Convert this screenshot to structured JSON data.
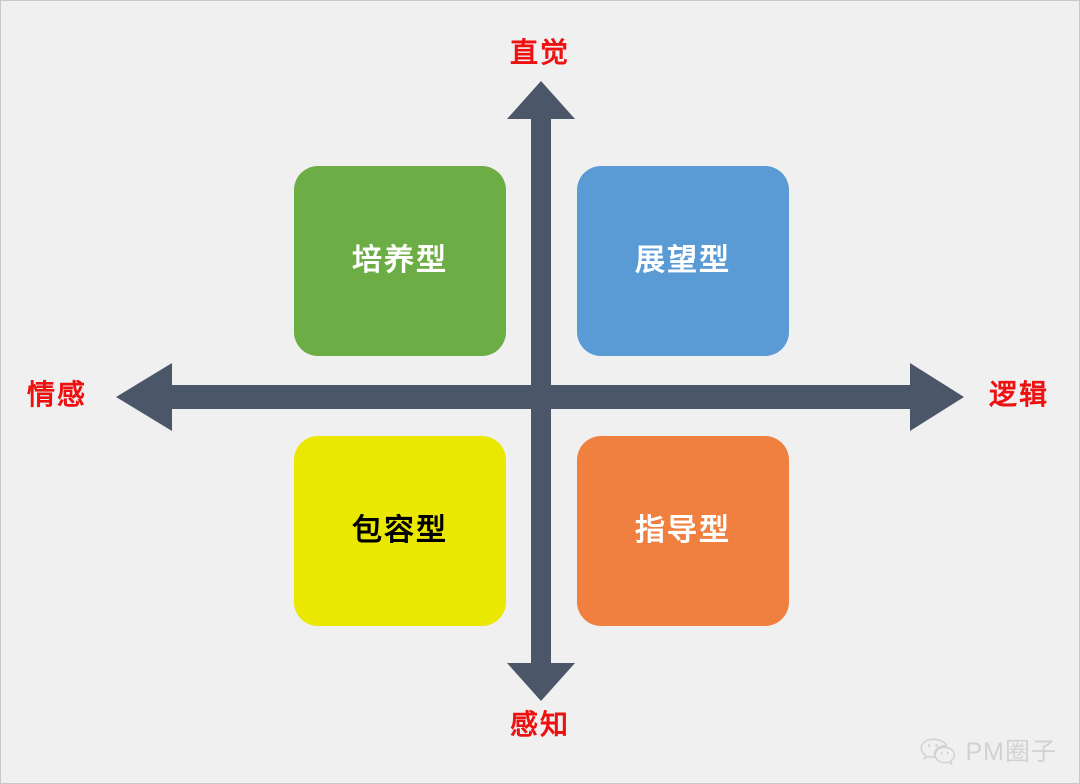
{
  "diagram": {
    "title": "",
    "background_color": "#f0f0f0",
    "axis_color": "#4c5669",
    "axis_label_color": "#ee1111",
    "axes": {
      "vertical": {
        "top_label": "直觉",
        "bottom_label": "感知"
      },
      "horizontal": {
        "left_label": "情感",
        "right_label": "逻辑"
      }
    },
    "quadrants": [
      {
        "id": "nurturing",
        "label": "培养型",
        "position": "top-left",
        "fill_color": "#6cae45",
        "text_color": "#ffffff"
      },
      {
        "id": "visionary",
        "label": "展望型",
        "position": "top-right",
        "fill_color": "#5b9bd5",
        "text_color": "#ffffff"
      },
      {
        "id": "inclusive",
        "label": "包容型",
        "position": "bottom-left",
        "fill_color": "#eae700",
        "text_color": "#000000"
      },
      {
        "id": "directive",
        "label": "指导型",
        "position": "bottom-right",
        "fill_color": "#ef8040",
        "text_color": "#ffffff"
      }
    ]
  },
  "watermark": {
    "icon": "wechat-icon",
    "text": "PM圈子",
    "color": "#d2d2d2"
  }
}
